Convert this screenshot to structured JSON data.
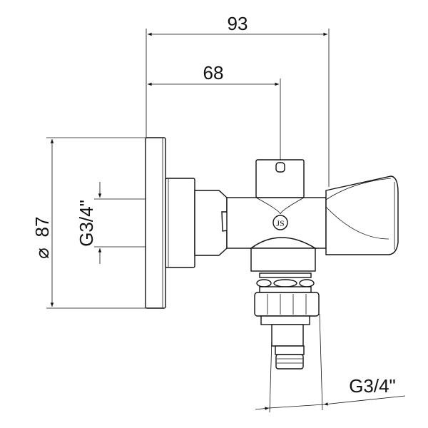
{
  "dimensions": {
    "overall_length": "93",
    "axis_to_outlet": "68",
    "flange_diameter": "87",
    "diameter_symbol": "⌀",
    "inlet_thread": "G3/4\"",
    "outlet_thread": "G3/4\""
  },
  "colors": {
    "line": "#111111",
    "background": "#ffffff"
  }
}
